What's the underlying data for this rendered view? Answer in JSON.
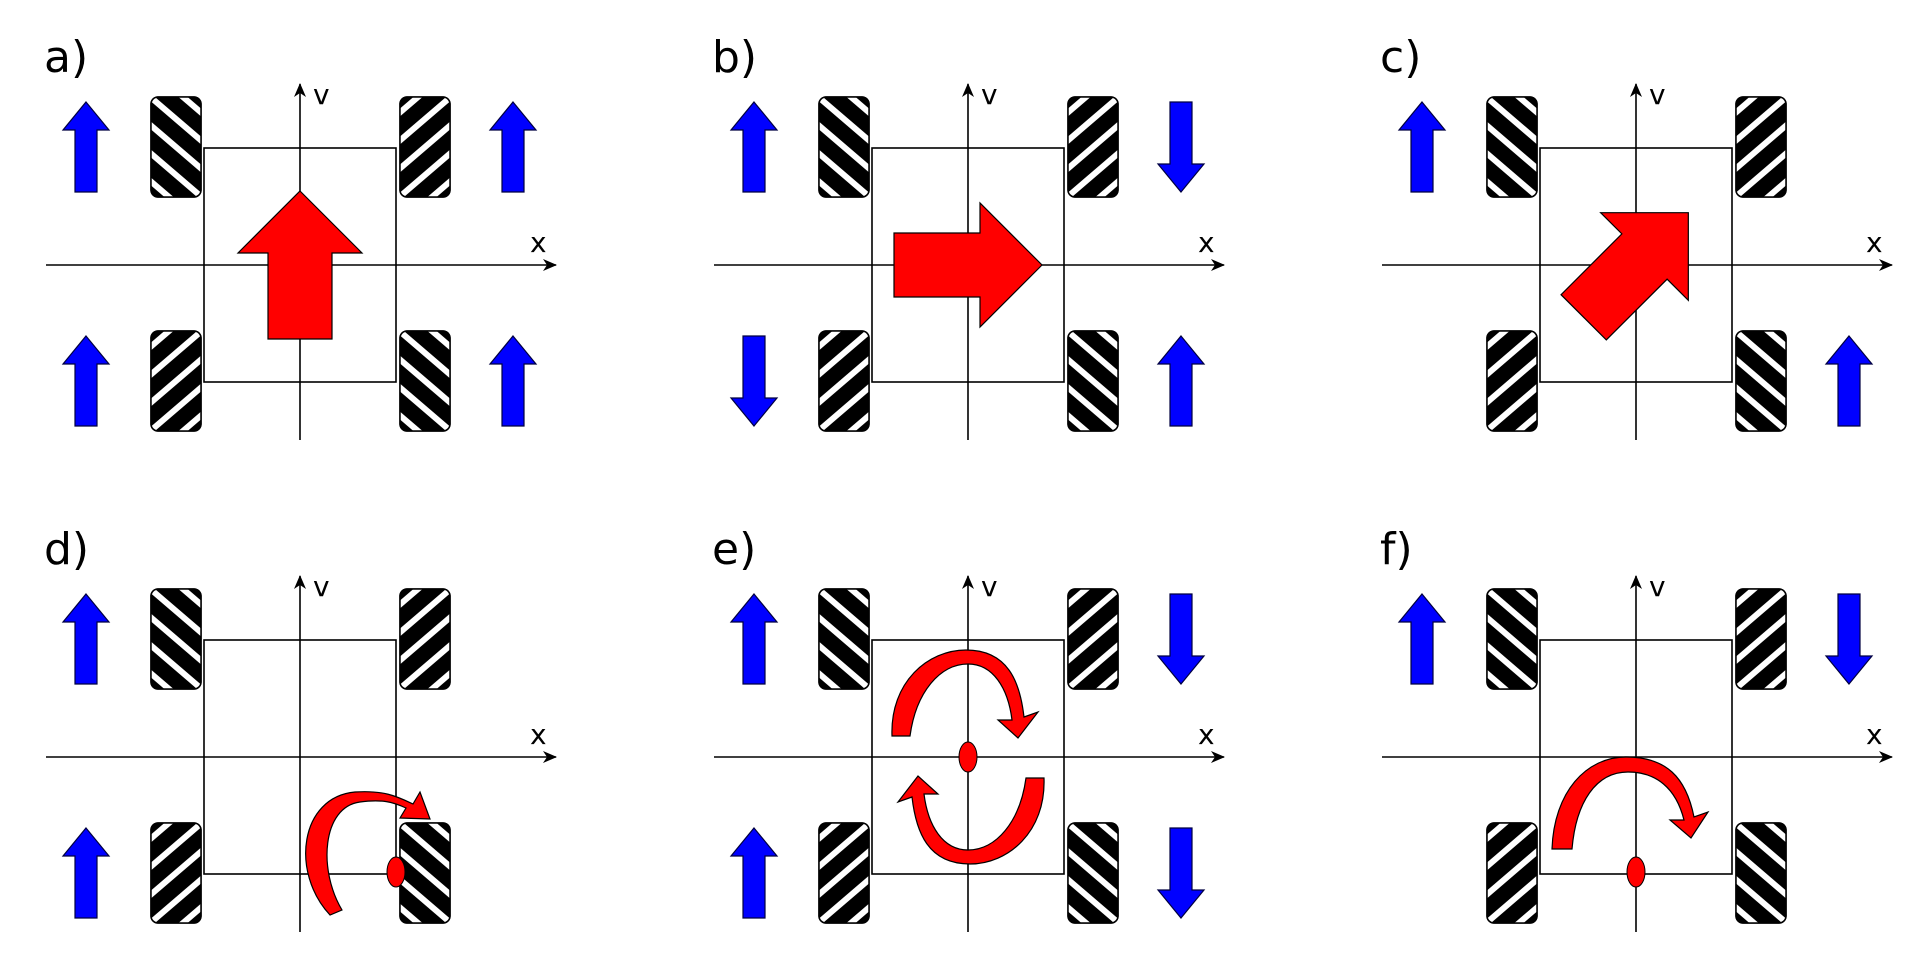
{
  "panels": [
    {
      "label": "a)",
      "wheels": [
        "up",
        "up",
        "up",
        "up"
      ],
      "move": "forward"
    },
    {
      "label": "b)",
      "wheels": [
        "up",
        "down",
        "down",
        "up"
      ],
      "move": "right"
    },
    {
      "label": "c)",
      "wheels": [
        "up",
        "none",
        "none",
        "up"
      ],
      "move": "diagonal"
    },
    {
      "label": "d)",
      "wheels": [
        "up",
        "none",
        "up",
        "none"
      ],
      "move": "pivot-corner"
    },
    {
      "label": "e)",
      "wheels": [
        "up",
        "down",
        "up",
        "down"
      ],
      "move": "rotate-center"
    },
    {
      "label": "f)",
      "wheels": [
        "up",
        "down",
        "none",
        "none"
      ],
      "move": "pivot-rear"
    }
  ],
  "axes": {
    "x_label": "x",
    "y_label": "v"
  },
  "colors": {
    "wheel_arrow": "#0000ff",
    "motion_arrow": "#ff0000",
    "motion_arrow_dark": "#b50000",
    "wheel": "#000000",
    "outline": "#000000"
  }
}
